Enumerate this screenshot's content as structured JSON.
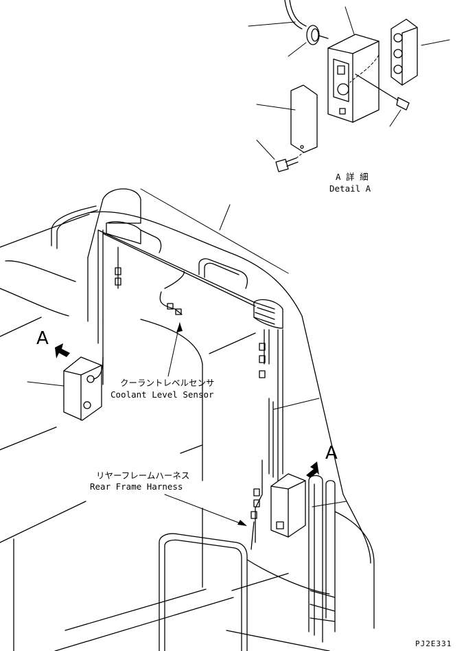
{
  "detail_caption": {
    "jp": "A 詳 細",
    "en": "Detail A"
  },
  "coolant_label": {
    "jp": "クーラントレベルセンサ",
    "en": "Coolant Level Sensor"
  },
  "harness_label": {
    "jp": "リヤーフレームハーネス",
    "en": "Rear Frame Harness"
  },
  "view_marks": {
    "left": "A",
    "right": "A"
  },
  "drawing_code": "PJ2E331"
}
